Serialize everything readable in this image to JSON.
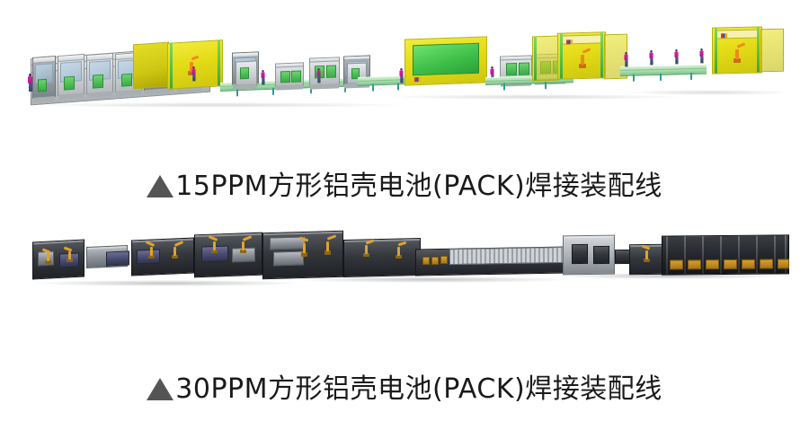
{
  "page": {
    "background_color": "#ffffff",
    "layout": "two stacked product figures, each with a centered caption below"
  },
  "figures": [
    {
      "id": "figure-1",
      "caption_marker": "▲",
      "caption_text": "15PPM方形铝壳电池(PACK)焊接装配线",
      "caption_color": "#1a1a1a",
      "marker_color": "#555555",
      "illustration": {
        "type": "3d-render",
        "subject": "prismatic aluminum-shell battery PACK welding and assembly line, 15 PPM throughput",
        "palette": {
          "machine_gray": "#d2d6d9",
          "safety_fence_yellow": "#e4dc16",
          "panel_green": "#3fc04a",
          "conveyor_mint": "#a9dcae",
          "robot_orange": "#f08a1c",
          "worker_magenta": "#d61fa8"
        },
        "elements": [
          "row of gray enclosed process cabinets with green doors",
          "yellow fenced robot cell with orange robot arm",
          "white workstation cabinets with green panels",
          "yellow and green enclosed welding station with logo decal",
          "long mint-green conveyor with teal legs",
          "multiple yellow fenced robot cells at the right end",
          "magenta operator figures for scale"
        ]
      }
    },
    {
      "id": "figure-2",
      "caption_marker": "▲",
      "caption_text": "30PPM方形铝壳电池(PACK)焊接装配线",
      "caption_color": "#1a1a1a",
      "marker_color": "#555555",
      "illustration": {
        "type": "3d-render",
        "subject": "prismatic aluminum-shell battery PACK welding and assembly line, 30 PPM throughput",
        "palette": {
          "machine_charcoal": "#34373c",
          "accent_violet": "#4a4c72",
          "robot_gold": "#e0a32b",
          "silver_module": "#a9aeb3"
        },
        "elements": [
          "dark charcoal machine frames with violet-blue panels",
          "gold/amber articulated robot arms throughout",
          "clustered robotic welding cells in the centre",
          "long ribbed silver conveyor tunnel",
          "large silver-gray transfer module",
          "dark multi-bay storage rack at the right end"
        ]
      }
    }
  ]
}
